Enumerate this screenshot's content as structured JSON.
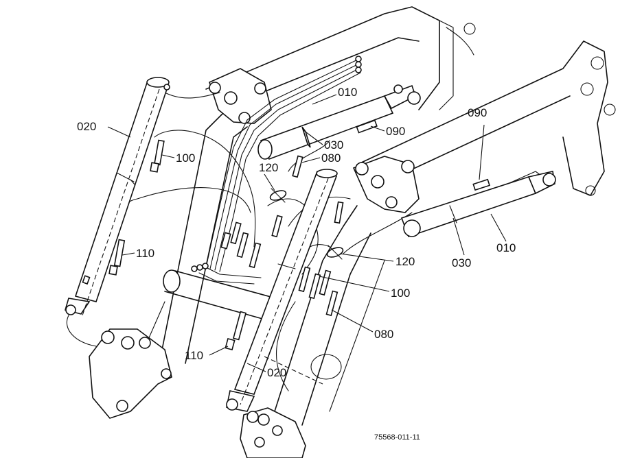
{
  "callouts": {
    "c020_top": "020",
    "c100_top": "100",
    "c110_left": "110",
    "c010_top": "010",
    "c090_top": "090",
    "c030_top": "030",
    "c080_top": "080",
    "c120_top": "120",
    "c090_right": "090",
    "c030_right": "030",
    "c010_right": "010",
    "c120_mid": "120",
    "c100_mid": "100",
    "c080_mid": "080",
    "c110_bottom": "110",
    "c020_bottom": "020"
  },
  "reference_code": "75568-011-11"
}
